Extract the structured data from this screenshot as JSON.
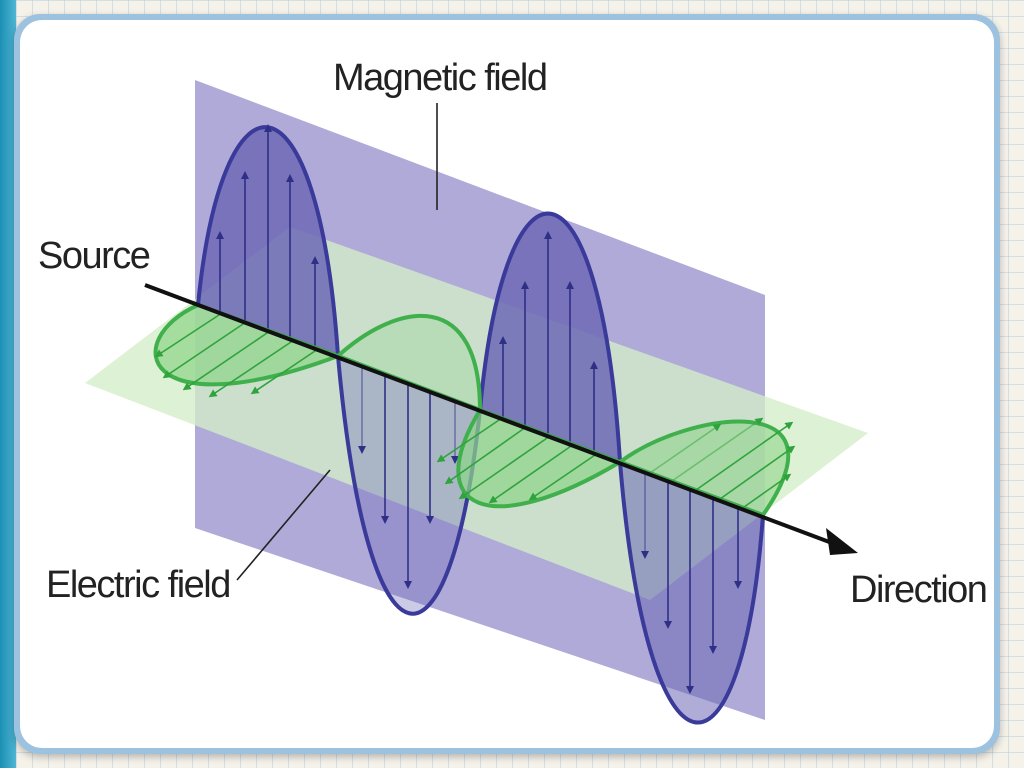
{
  "diagram": {
    "labels": {
      "magnetic": "Magnetic field",
      "source": "Source",
      "electric": "Electric field",
      "direction": "Direction"
    },
    "colors": {
      "vertical_plane": "#a8a3d4",
      "horizontal_plane": "#d4eec9",
      "vertical_wave_fill": "#6e6ab6",
      "vertical_wave_stroke": "#3a3a9a",
      "horizontal_wave_fill": "#8fd48a",
      "horizontal_wave_stroke": "#3fb04b",
      "axis": "#111111"
    }
  }
}
